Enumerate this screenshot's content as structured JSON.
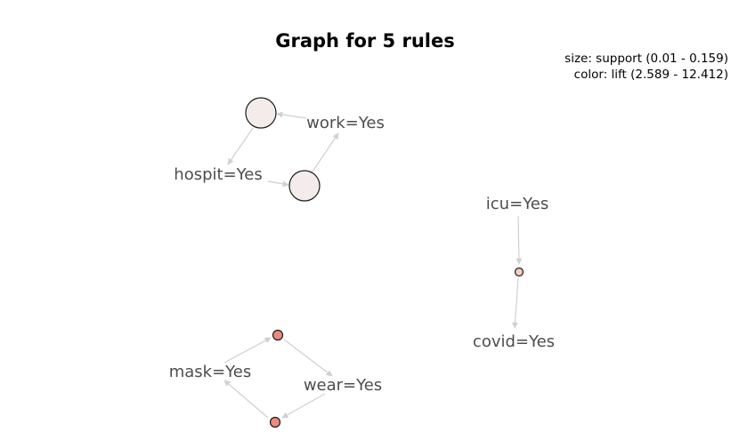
{
  "title": "Graph for 5 rules",
  "legend": {
    "size_text": "size: support (0.01 - 0.159)",
    "color_text": "color: lift (2.589 - 12.412)",
    "color_low": "#f4ecea",
    "color_high": "#ec8a80"
  },
  "items": [
    {
      "id": "work",
      "label": "work=Yes"
    },
    {
      "id": "hospit",
      "label": "hospit=Yes"
    },
    {
      "id": "icu",
      "label": "icu=Yes"
    },
    {
      "id": "covid",
      "label": "covid=Yes"
    },
    {
      "id": "mask",
      "label": "mask=Yes"
    },
    {
      "id": "wear",
      "label": "wear=Yes"
    }
  ],
  "rules": [
    {
      "id": "rule-work-hospit",
      "lhs": "work",
      "rhs": "hospit",
      "color": "#f4ecea"
    },
    {
      "id": "rule-hospit-work",
      "lhs": "hospit",
      "rhs": "work",
      "color": "#f4ecea"
    },
    {
      "id": "rule-icu-covid",
      "lhs": "icu",
      "rhs": "covid",
      "color": "#f5cbc5"
    },
    {
      "id": "rule-mask-wear",
      "lhs": "mask",
      "rhs": "wear",
      "color": "#ec8a80"
    },
    {
      "id": "rule-wear-mask",
      "lhs": "wear",
      "rhs": "mask",
      "color": "#ec8a80"
    }
  ]
}
